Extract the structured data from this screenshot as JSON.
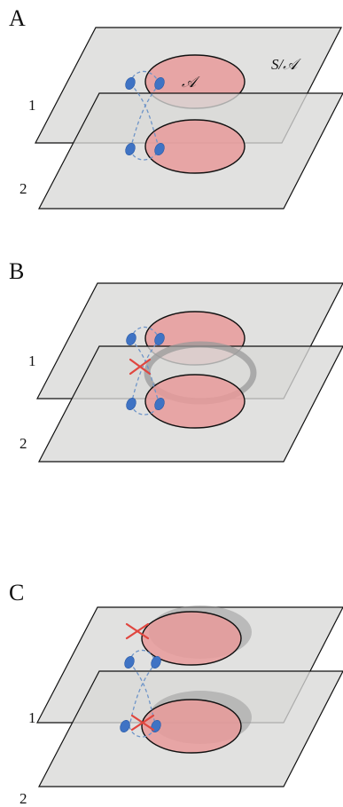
{
  "panels": [
    {
      "letter": "A",
      "upper_plane_num": "1",
      "lower_plane_num": "2",
      "set_label": "𝒜",
      "quotient_label": "S/𝒜"
    },
    {
      "letter": "B",
      "upper_plane_num": "1",
      "lower_plane_num": "2"
    },
    {
      "letter": "C",
      "upper_plane_num": "1",
      "lower_plane_num": "2"
    }
  ],
  "colors": {
    "plane_fill": "#d9d9d7",
    "disc_fill": "#e89a9a",
    "dot_fill": "#3f73c4",
    "cross": "#e0463f",
    "ring_shadow": "#9a9a9a"
  }
}
